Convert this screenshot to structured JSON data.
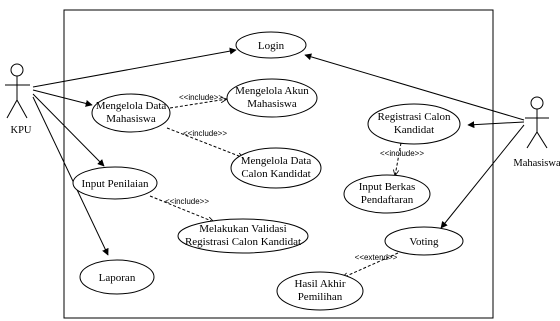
{
  "diagram": {
    "actors": {
      "kpu": "KPU",
      "mahasiswa": "Mahasiswa"
    },
    "use_cases": {
      "login": "Login",
      "mengelola_data_mahasiswa": [
        "Mengelola Data",
        "Mahasiswa"
      ],
      "mengelola_akun_mahasiswa": [
        "Mengelola Akun",
        "Mahasiswa"
      ],
      "mengelola_data_calon_kandidat": [
        "Mengelola Data",
        "Calon Kandidat"
      ],
      "input_penilaian": "Input Penilaian",
      "melakukan_validasi": [
        "Melakukan Validasi",
        "Registrasi Calon Kandidat"
      ],
      "laporan": "Laporan",
      "registrasi_calon_kandidat": [
        "Registrasi Calon",
        "Kandidat"
      ],
      "input_berkas_pendaftaran": [
        "Input Berkas",
        "Pendaftaran"
      ],
      "voting": "Voting",
      "hasil_akhir_pemilihan": [
        "Hasil Akhir",
        "Pemilihan"
      ]
    },
    "relations": {
      "include": "<<include>>",
      "extend": "<<extend>>"
    }
  }
}
